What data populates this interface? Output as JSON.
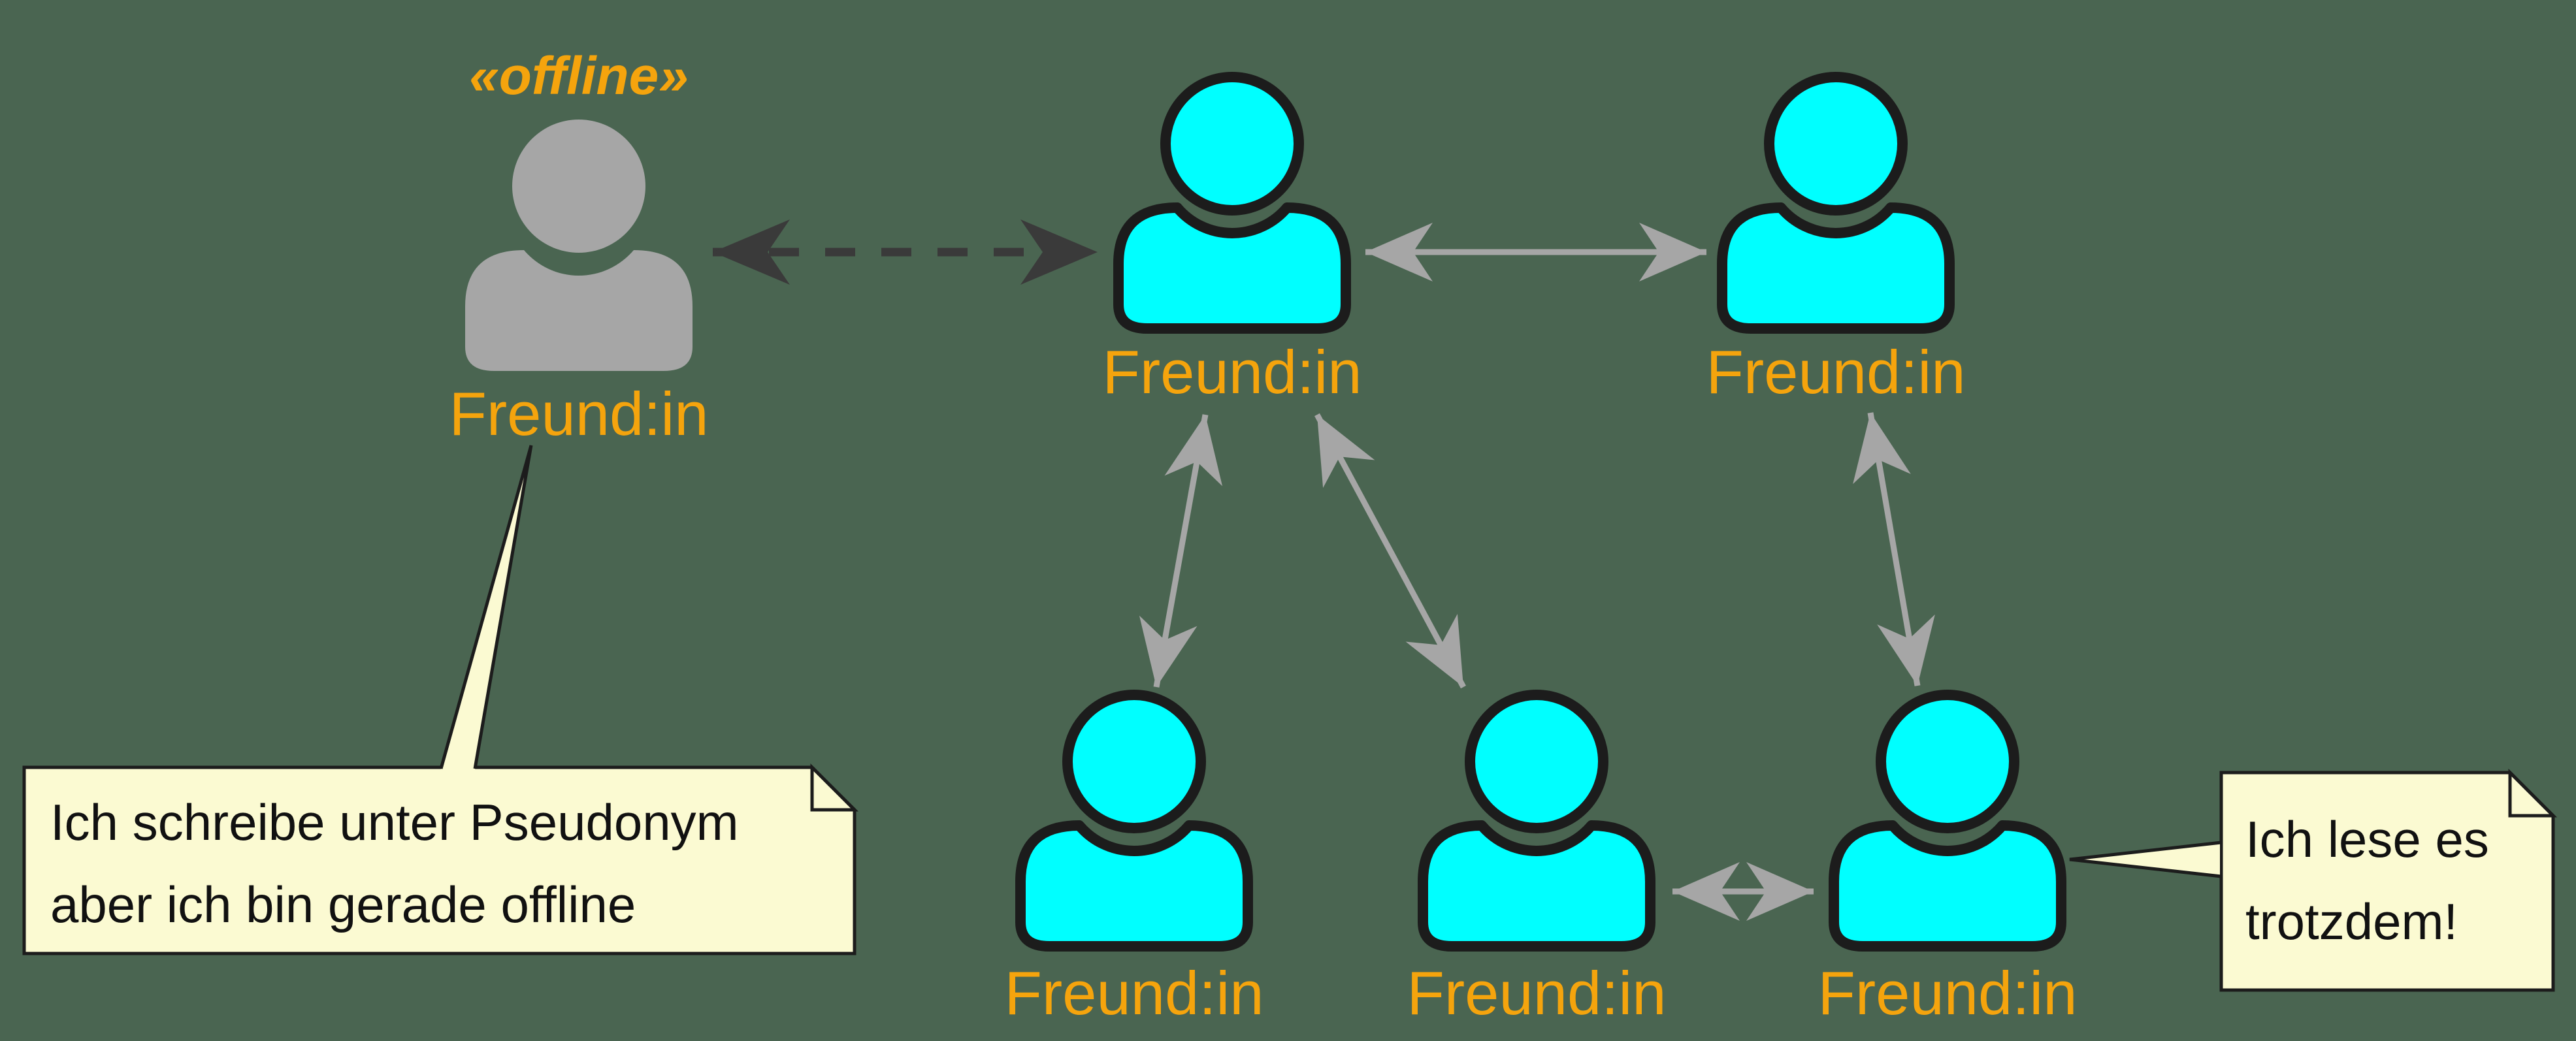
{
  "diagram": {
    "stereotype_label": "«offline»",
    "actors": [
      {
        "id": "offline-friend",
        "label": "Freund:in",
        "state": "offline"
      },
      {
        "id": "friend-top-middle",
        "label": "Freund:in",
        "state": "online"
      },
      {
        "id": "friend-top-right",
        "label": "Freund:in",
        "state": "online"
      },
      {
        "id": "friend-bottom-left",
        "label": "Freund:in",
        "state": "online"
      },
      {
        "id": "friend-bottom-middle",
        "label": "Freund:in",
        "state": "online"
      },
      {
        "id": "friend-bottom-right",
        "label": "Freund:in",
        "state": "online"
      }
    ],
    "notes": [
      {
        "line1": "Ich schreibe unter Pseudonym",
        "line2": "aber ich bin gerade offline"
      },
      {
        "line1": "Ich lese es",
        "line2": "trotzdem!"
      }
    ],
    "colors": {
      "bg": "#4a6551",
      "cyan": "#00ffff",
      "outline": "#1c1c1c",
      "gray": "#a6a6a6",
      "dark-arrow": "#3a3a3a",
      "orange": "#f5a40d",
      "note-fill": "#fbfad2",
      "note-border": "#1c1c1c",
      "note-text": "#111111"
    }
  }
}
